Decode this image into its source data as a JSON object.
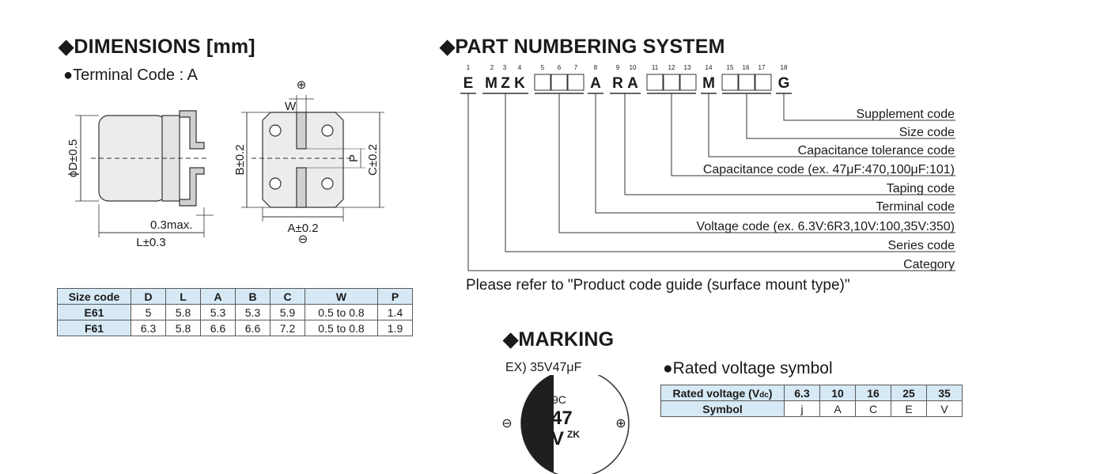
{
  "dimensions": {
    "heading": "◆DIMENSIONS [mm]",
    "terminal_code": "●Terminal Code : A",
    "labels": {
      "phiD": "ϕD±0.5",
      "max": "0.3max.",
      "L": "L±0.3",
      "W": "W",
      "B": "B±0.2",
      "P": "P",
      "C": "C±0.2",
      "A": "A±0.2",
      "plus": "⊕",
      "minus": "⊖"
    },
    "table": {
      "headers": [
        "Size code",
        "D",
        "L",
        "A",
        "B",
        "C",
        "W",
        "P"
      ],
      "rows": [
        [
          "E61",
          "5",
          "5.8",
          "5.3",
          "5.3",
          "5.9",
          "0.5 to 0.8",
          "1.4"
        ],
        [
          "F61",
          "6.3",
          "5.8",
          "6.6",
          "6.6",
          "7.2",
          "0.5 to 0.8",
          "1.9"
        ]
      ]
    }
  },
  "part_numbering": {
    "heading": "◆PART NUMBERING SYSTEM",
    "positions": [
      "1",
      "2",
      "3",
      "4",
      "5",
      "6",
      "7",
      "8",
      "9",
      "10",
      "11",
      "12",
      "13",
      "14",
      "15",
      "16",
      "17",
      "18"
    ],
    "letters": {
      "e": "E",
      "m": "M",
      "z": "Z",
      "k": "K",
      "a": "A",
      "r": "R",
      "a2": "A",
      "m2": "M",
      "g": "G"
    },
    "descriptions": [
      "Supplement code",
      "Size code",
      "Capacitance tolerance code",
      "Capacitance code (ex. 47μF:470,100μF:101)",
      "Taping code",
      "Terminal code",
      "Voltage code (ex. 6.3V:6R3,10V:100,35V:350)",
      "Series code",
      "Category"
    ],
    "note": "Please refer to \"Product code guide (surface mount type)\""
  },
  "marking": {
    "heading": "◆MARKING",
    "example": "EX) 35V47μF",
    "cap_text": {
      "line1": "9C",
      "line2": "47",
      "line3": "V",
      "zk": "ZK"
    },
    "minus": "⊖",
    "plus": "⊕"
  },
  "rated_voltage": {
    "heading": "●Rated voltage symbol",
    "header_label": "Rated voltage (V",
    "header_sub": "dc",
    "header_close": ")",
    "voltages": [
      "6.3",
      "10",
      "16",
      "25",
      "35"
    ],
    "symbol_label": "Symbol",
    "symbols": [
      "j",
      "A",
      "C",
      "E",
      "V"
    ]
  },
  "colors": {
    "table_header": "#d6e9f5",
    "capacitor_gray": "#d9d9d9",
    "capacitor_dark": "#2a2a2a"
  }
}
